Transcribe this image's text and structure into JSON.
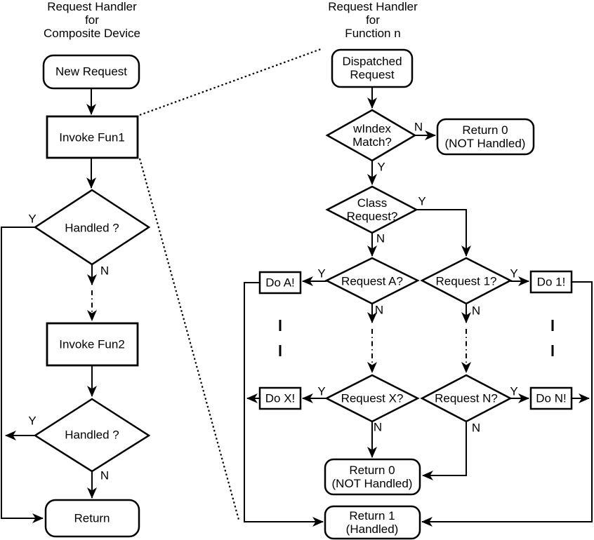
{
  "left": {
    "title": "Request Handler\nfor\nComposite Device",
    "new_request": "New Request",
    "invoke_fun1": "Invoke Fun1",
    "handled_1": "Handled ?",
    "invoke_fun2": "Invoke Fun2",
    "handled_2": "Handled ?",
    "return": "Return"
  },
  "right": {
    "title": "Request Handler\nfor\nFunction n",
    "dispatched_request": "Dispatched\nRequest",
    "windex_match": "wIndex\nMatch?",
    "return0_top": "Return 0\n(NOT Handled)",
    "class_request": "Class\nRequest?",
    "request_a": "Request A?",
    "request_1": "Request 1?",
    "do_a": "Do A!",
    "do_1": "Do 1!",
    "request_x": "Request X?",
    "request_n": "Request N?",
    "do_x": "Do X!",
    "do_n": "Do N!",
    "return0_bottom": "Return 0\n(NOT Handled)",
    "return1": "Return 1\n(Handled)"
  },
  "labels": {
    "yes": "Y",
    "no": "N"
  },
  "colors": {
    "line": "#000000",
    "background": "#ffffff"
  }
}
